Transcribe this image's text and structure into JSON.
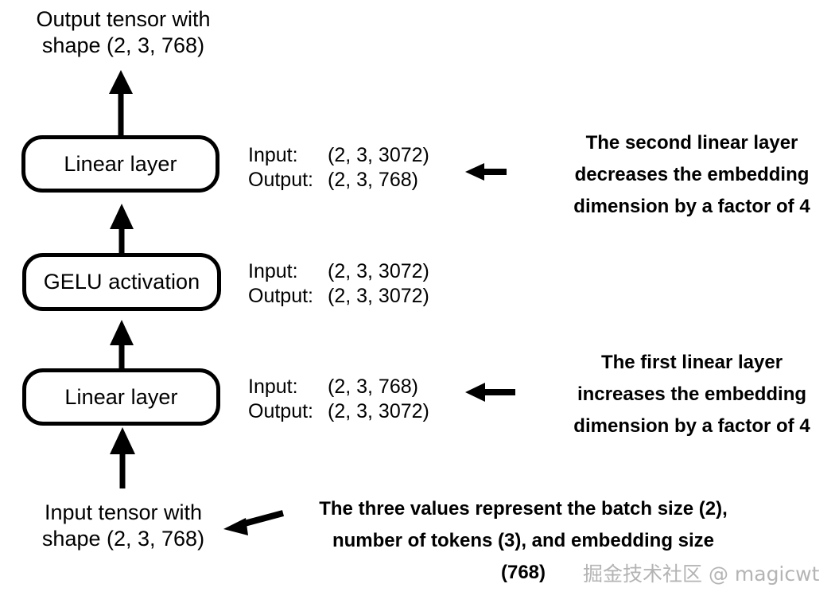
{
  "diagram": {
    "title_caption": "Output tensor with\nshape (2, 3, 768)",
    "input_caption": "Input tensor with\nshape (2, 3, 768)",
    "boxes": [
      {
        "id": "linear-top",
        "label": "Linear layer"
      },
      {
        "id": "gelu",
        "label": "GELU activation"
      },
      {
        "id": "linear-bottom",
        "label": "Linear layer"
      }
    ],
    "io_labels": [
      {
        "for": "linear-top",
        "input_key": "Input:",
        "input_value": "(2, 3, 3072)",
        "output_key": "Output:",
        "output_value": "(2, 3, 768)"
      },
      {
        "for": "gelu",
        "input_key": "Input:",
        "input_value": "(2, 3, 3072)",
        "output_key": "Output:",
        "output_value": "(2, 3, 3072)"
      },
      {
        "for": "linear-bottom",
        "input_key": "Input:",
        "input_value": "(2, 3, 768)",
        "output_key": "Output:",
        "output_value": "(2, 3, 3072)"
      }
    ],
    "annotations": [
      {
        "id": "second-linear",
        "text": "The second linear layer\ndecreases the embedding\ndimension by a factor of 4"
      },
      {
        "id": "first-linear",
        "text": "The first linear layer\nincreases the embedding\ndimension by a factor of 4"
      },
      {
        "id": "three-values",
        "text": "The three values represent the batch size (2),\nnumber of tokens (3), and embedding size\n(768)"
      }
    ],
    "watermark": "掘金技术社区 @ magicwt",
    "colors": {
      "stroke": "#000000",
      "background": "#ffffff",
      "watermark": "#b4b4b4"
    }
  }
}
